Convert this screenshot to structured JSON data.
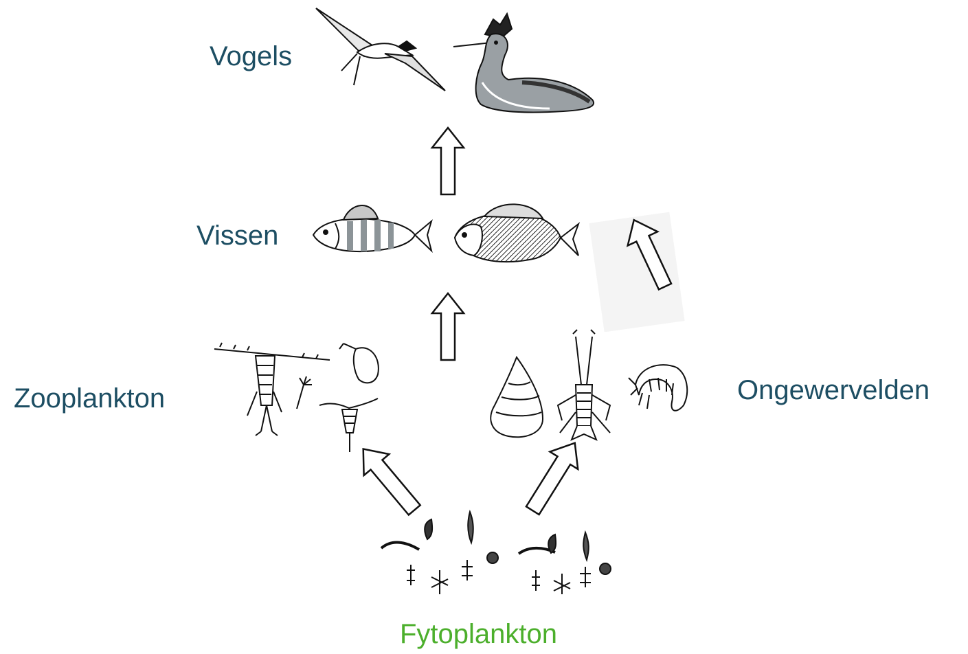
{
  "labels": {
    "birds": "Vogels",
    "fish": "Vissen",
    "zooplankton": "Zooplankton",
    "invertebrates": "Ongewervelden",
    "phytoplankton": "Fytoplankton"
  },
  "colors": {
    "label_dark": "#1d4e63",
    "label_green": "#4caf2c",
    "ink": "#1a1a1a",
    "panel": "#f3f3f3"
  },
  "icons": [
    "tern-icon",
    "grebe-icon",
    "striped-fish-icon",
    "carp-icon",
    "copepod-icon",
    "rotifer-icon",
    "daphnia-icon",
    "snail-icon",
    "crayfish-icon",
    "amphipod-icon",
    "phytoplankton-cells-icon"
  ]
}
